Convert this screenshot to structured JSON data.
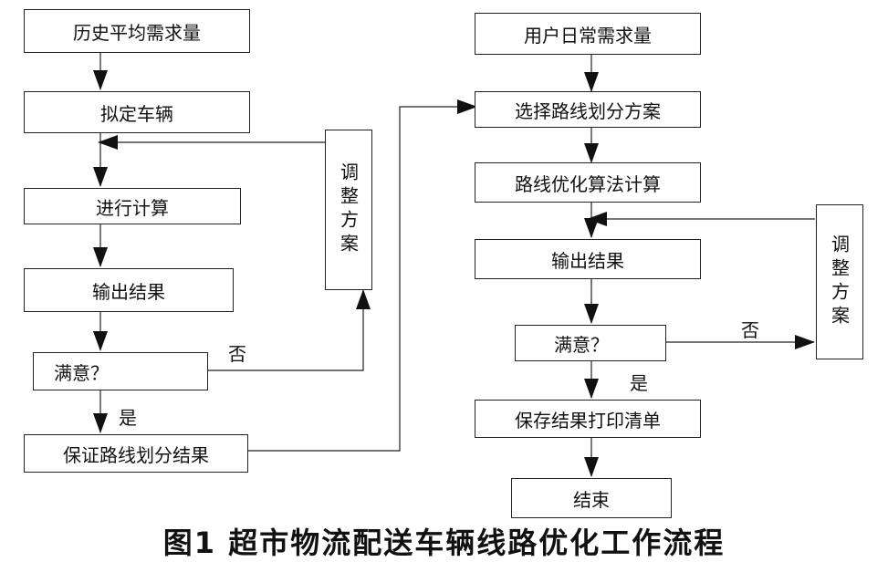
{
  "left": {
    "history_demand": "历史平均需求量",
    "set_vehicles": "拟定车辆",
    "compute": "进行计算",
    "output": "输出结果",
    "satisfied": "满意？",
    "adjust": "调整方案",
    "no_label": "否",
    "yes_label": "是",
    "guarantee": "保证路线划分结果"
  },
  "right": {
    "daily_demand": "用户日常需求量",
    "choose_plan": "选择路线划分方案",
    "optimize": "路线优化算法计算",
    "output": "输出结果",
    "satisfied": "满意？",
    "adjust": "调整方案",
    "no_label": "否",
    "yes_label": "是",
    "save_print": "保存结果打印清单",
    "end": "结束"
  },
  "caption": "图1 超市物流配送车辆线路优化工作流程"
}
